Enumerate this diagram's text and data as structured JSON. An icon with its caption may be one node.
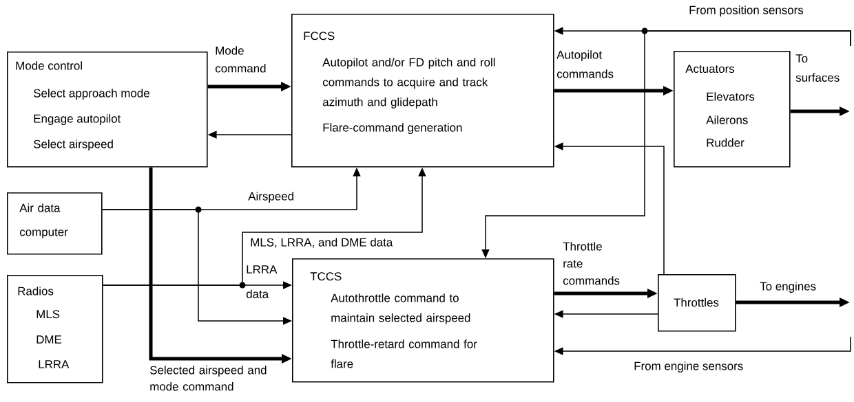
{
  "diagram": {
    "nodes": [
      {
        "text": [
          "Mode control",
          "Select approach mode",
          "Engage autopilot",
          "Select airspeed"
        ]
      },
      {
        "text": [
          "FCCS",
          "Autopilot and/or FD pitch and roll commands to acquire and track azimuth and glidepath",
          "Flare-command generation"
        ]
      },
      {
        "text": [
          "Actuators",
          "Elevators",
          "Ailerons",
          "Rudder"
        ]
      },
      {
        "text": [
          "Air data computer"
        ]
      },
      {
        "text": [
          "Radios",
          "MLS",
          "DME",
          "LRRA"
        ]
      },
      {
        "text": [
          "TCCS",
          "Autothrottle command to maintain selected airspeed",
          "Throttle-retard command for flare"
        ]
      },
      {
        "text": [
          "Throttles"
        ]
      }
    ],
    "edges": [
      {
        "from": 0,
        "to": 1,
        "arrow": "to",
        "label": "Mode command",
        "style": "thick"
      },
      {
        "from": 1,
        "to": 0,
        "arrow": "to"
      },
      {
        "from": 1,
        "to": 2,
        "arrow": "to",
        "label": "Autopilot commands",
        "style": "thick"
      },
      {
        "from": 2,
        "to": null,
        "arrow": "to",
        "label": "To surfaces",
        "style": "thick"
      },
      {
        "from": null,
        "to": 1,
        "arrow": "to",
        "label": "From position sensors"
      },
      {
        "from": null,
        "to": 5,
        "arrow": "to"
      },
      {
        "from": 6,
        "to": 1,
        "arrow": "to"
      },
      {
        "from": 5,
        "to": 6,
        "arrow": "to",
        "label": "Throttle rate commands",
        "style": "thick"
      },
      {
        "from": 6,
        "to": 5,
        "arrow": "to"
      },
      {
        "from": 6,
        "to": null,
        "arrow": "to",
        "label": "To engines",
        "style": "thick"
      },
      {
        "from": null,
        "to": 5,
        "arrow": "to",
        "label": "From engine sensors"
      },
      {
        "from": 3,
        "to": 1,
        "arrow": "to",
        "label": "Airspeed"
      },
      {
        "from": 3,
        "to": 5,
        "arrow": "to"
      },
      {
        "from": 4,
        "to": 5,
        "arrow": "to",
        "label": "LRRA data"
      },
      {
        "from": 4,
        "to": 1,
        "arrow": "to",
        "label": "MLS, LRRA, and DME data"
      },
      {
        "from": 0,
        "to": 5,
        "arrow": "to",
        "label": "Selected airspeed and mode command",
        "style": "thick"
      }
    ]
  }
}
